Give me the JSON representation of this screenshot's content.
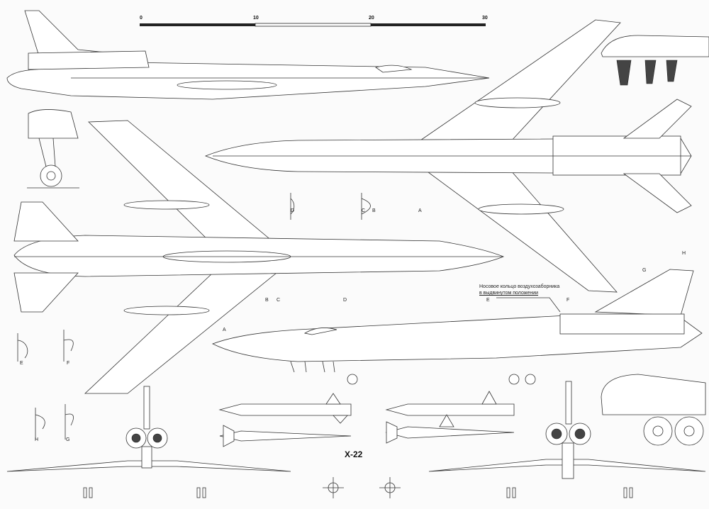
{
  "scale_bar": {
    "labels": [
      "0",
      "10",
      "20",
      "30"
    ]
  },
  "section_labels": {
    "front_d": "D",
    "front_c": "C",
    "front_b": "B",
    "front_a": "A",
    "side_a": "A",
    "side_b": "B",
    "side_c": "C",
    "side_d": "D",
    "side_e": "E",
    "side_f": "F",
    "side_g": "G",
    "side_h": "H",
    "detail_e": "E",
    "detail_f": "F",
    "detail_h": "H",
    "detail_g": "G"
  },
  "annotation": {
    "line1": "Носовое кольцо воздухозаборника",
    "line2": "в выдвинутом положении"
  },
  "missile_title": "X-22"
}
